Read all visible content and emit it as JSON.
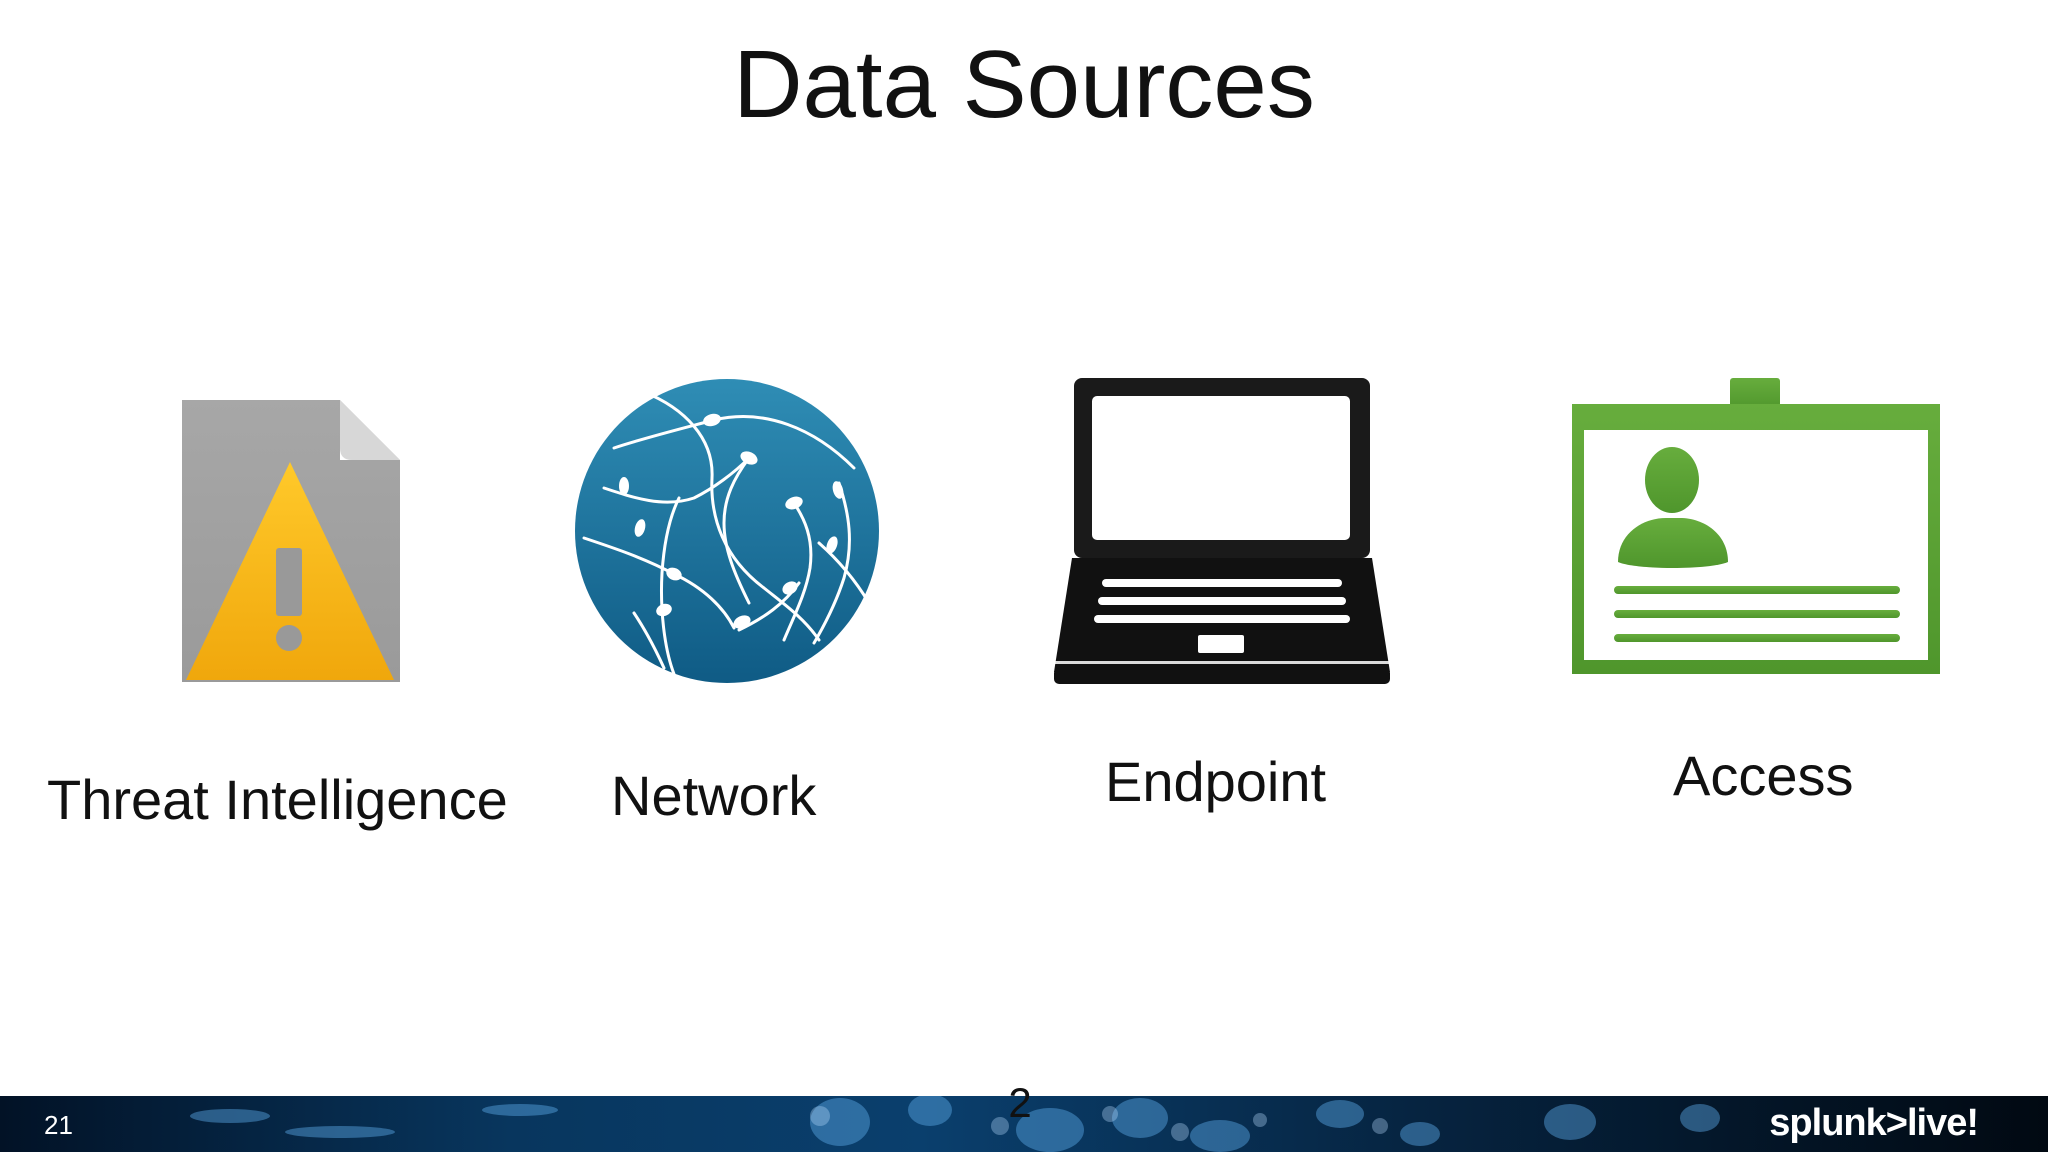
{
  "slide": {
    "title": "Data Sources",
    "page_number": "21",
    "center_number": "2",
    "brand_logo": "splunk>live!"
  },
  "sources": [
    {
      "label": "Threat Intelligence",
      "icon": "warning-document-icon",
      "color": "#f3b411"
    },
    {
      "label": "Network",
      "icon": "globe-network-icon",
      "color": "#1e6f96"
    },
    {
      "label": "Endpoint",
      "icon": "laptop-icon",
      "color": "#111111"
    },
    {
      "label": "Access",
      "icon": "id-badge-icon",
      "color": "#5a9f32"
    }
  ]
}
